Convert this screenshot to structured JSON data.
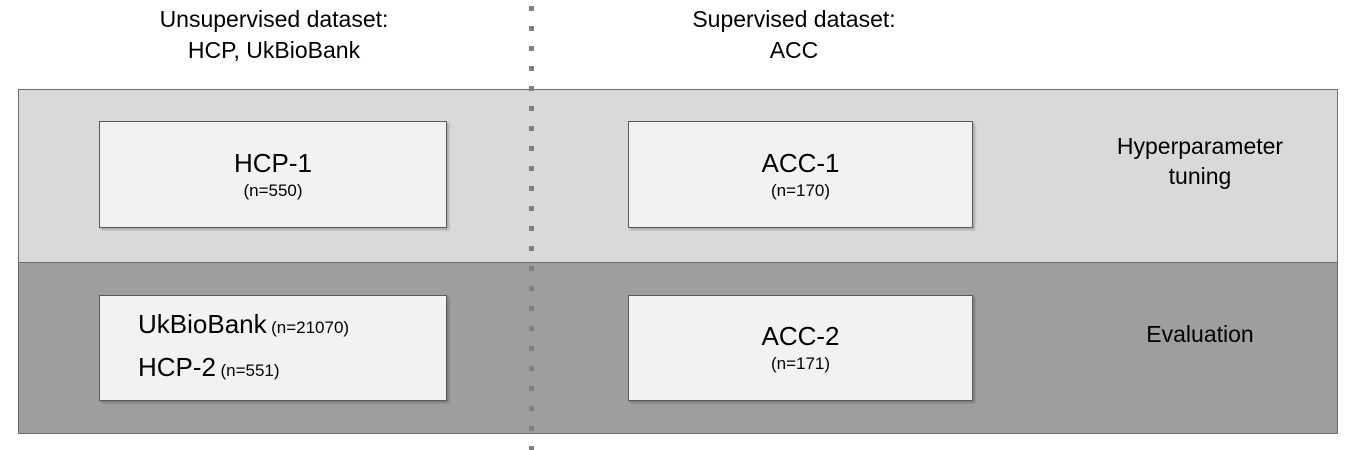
{
  "figure": {
    "title": "Dataset split diagram",
    "colors": {
      "background": "#ffffff",
      "band_tuning": "#d9d9d9",
      "band_evaluation": "#9e9e9e",
      "box_fill": "#f2f2f2",
      "box_border": "#5a5a5a",
      "band_border": "#6e6e6e",
      "divider": "#808080",
      "text": "#000000"
    },
    "divider": {
      "name": "vertical-dotted-divider",
      "style": "dotted",
      "orientation": "vertical"
    }
  },
  "columns": {
    "unsupervised": {
      "line1": "Unsupervised dataset:",
      "line2": "HCP, UkBioBank"
    },
    "supervised": {
      "line1": "Supervised dataset:",
      "line2": "ACC"
    }
  },
  "rows": [
    {
      "stage_label_line1": "Hyperparameter",
      "stage_label_line2": "tuning"
    },
    {
      "stage_label_line1": "Evaluation",
      "stage_label_line2": ""
    }
  ],
  "boxes": {
    "hcp1": {
      "title": "HCP-1",
      "count": "(n=550)"
    },
    "acc1": {
      "title": "ACC-1",
      "count": "(n=170)"
    },
    "ukbiobank_hcp2": {
      "row1_title": "UkBioBank",
      "row1_count": "(n=21070)",
      "row2_title": "HCP-2",
      "row2_count": "(n=551)"
    },
    "acc2": {
      "title": "ACC-2",
      "count": "(n=171)"
    }
  }
}
